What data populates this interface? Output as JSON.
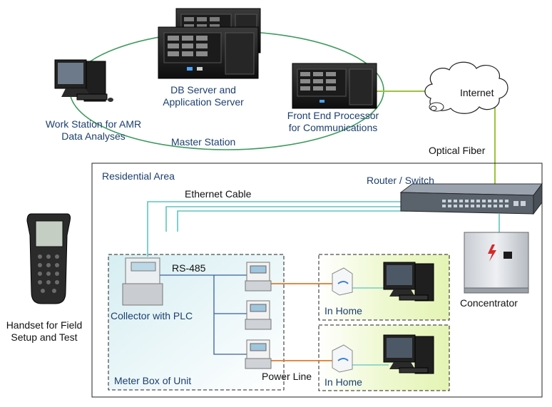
{
  "labels": {
    "db_server": [
      "DB Server and",
      "Application Server"
    ],
    "workstation": [
      "Work Station for AMR",
      "Data Analyses"
    ],
    "front_end": [
      "Front End Processor",
      "for Communications"
    ],
    "master_station": "Master Station",
    "internet": "Internet",
    "optical_fiber": "Optical Fiber",
    "residential_area": "Residential Area",
    "router_switch": "Router / Switch",
    "ethernet_cable": "Ethernet Cable",
    "rs485": "RS-485",
    "collector": "Collector with PLC",
    "in_home_1": "In Home",
    "in_home_2": "In Home",
    "concentrator": "Concentrator",
    "handset": [
      "Handset for Field",
      "Setup and Test"
    ],
    "meter_box": "Meter Box of Unit",
    "power_line": "Power Line"
  },
  "colors": {
    "ring_line": "#3f9a5e",
    "fiber_line": "#9bc43a",
    "ethernet_line": "#5ec4c4",
    "power_line": "#e07a2a",
    "label_text": "#1c3f6e",
    "meter_box_fill": "#cfe9ee",
    "home_fill": "#eaf7c8"
  },
  "icons": [
    "server-icon",
    "computer-icon",
    "cloud-icon",
    "router-icon",
    "meter-icon",
    "plc-adapter-icon",
    "concentrator-icon",
    "handset-icon"
  ]
}
